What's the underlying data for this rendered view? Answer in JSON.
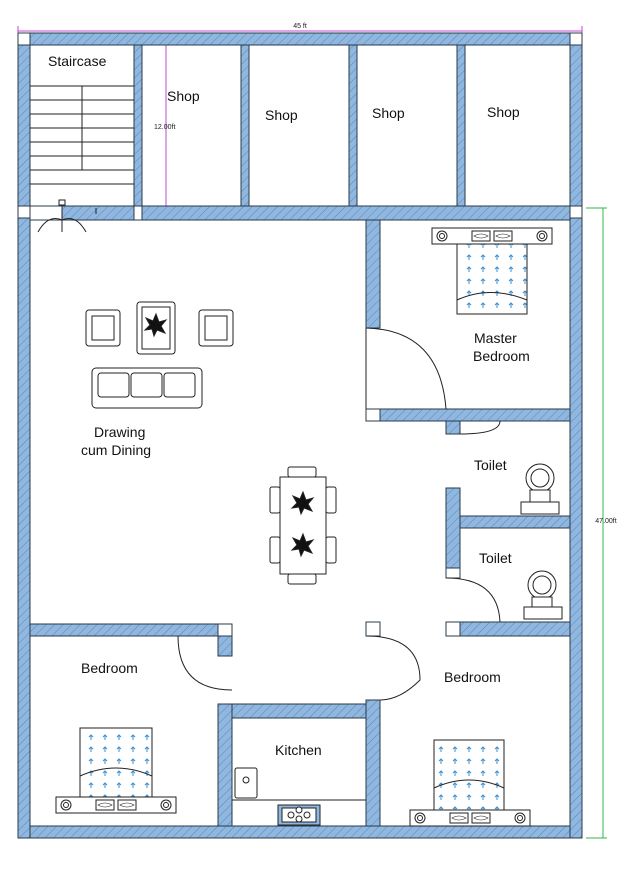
{
  "colors": {
    "wall": "#8fb7e0",
    "wall_stroke": "#2a3a4a",
    "dimension": "#c34ad6",
    "dimension_right": "#39b54a",
    "bed_pattern": "#3a8fd0",
    "furniture_stroke": "#222222"
  },
  "dimensions": {
    "width": "45 ft",
    "depth": "47.00ft",
    "shop_depth": "12.00ft"
  },
  "rooms": {
    "staircase": "Staircase",
    "shop_1": "Shop",
    "shop_2": "Shop",
    "shop_3": "Shop",
    "shop_4": "Shop",
    "drawing_line1": "Drawing",
    "drawing_line2": "cum Dining",
    "master_line1": "Master",
    "master_line2": "Bedroom",
    "toilet_1": "Toilet",
    "toilet_2": "Toilet",
    "bedroom_left": "Bedroom",
    "bedroom_right": "Bedroom",
    "kitchen": "Kitchen"
  },
  "icons": [
    "sofa-icon",
    "armchair-icon",
    "coffee-table-icon",
    "plant-icon",
    "dining-table-icon",
    "chair-icon",
    "bed-icon",
    "toilet-icon",
    "stove-icon",
    "sink-icon",
    "door-swing-icon",
    "stairs-icon"
  ]
}
